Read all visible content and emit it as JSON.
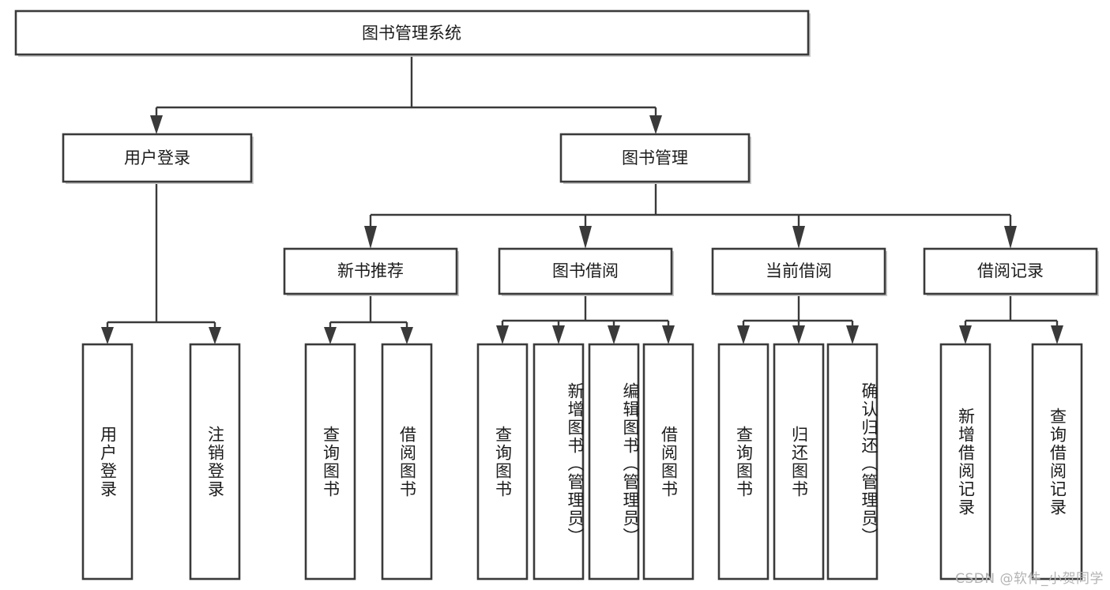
{
  "diagram": {
    "title": "图书管理系统",
    "type": "tree",
    "watermark": "CSDN @软件_小贺同学",
    "colors": {
      "box_stroke": "#3a3a3a",
      "box_fill": "#ffffff",
      "text": "#1c1c1c",
      "shadow": "#c9c9c9",
      "watermark": "#b3b3b3",
      "background": "#ffffff"
    },
    "levels": {
      "root": {
        "label": "图书管理系统"
      },
      "level2": [
        {
          "label": "用户登录"
        },
        {
          "label": "图书管理"
        }
      ],
      "level3": [
        {
          "label": "新书推荐"
        },
        {
          "label": "图书借阅"
        },
        {
          "label": "当前借阅"
        },
        {
          "label": "借阅记录"
        }
      ],
      "leaves": {
        "user_login": [
          "用户登录",
          "注销登录"
        ],
        "new_book": [
          "查询图书",
          "借阅图书"
        ],
        "book_borrow": [
          "查询图书",
          "新增图书（管理员）",
          "编辑图书（管理员）",
          "借阅图书"
        ],
        "current_borrow": [
          "查询图书",
          "归还图书",
          "确认归还（管理员）"
        ],
        "borrow_record": [
          "新增借阅记录",
          "查询借阅记录"
        ]
      }
    }
  }
}
